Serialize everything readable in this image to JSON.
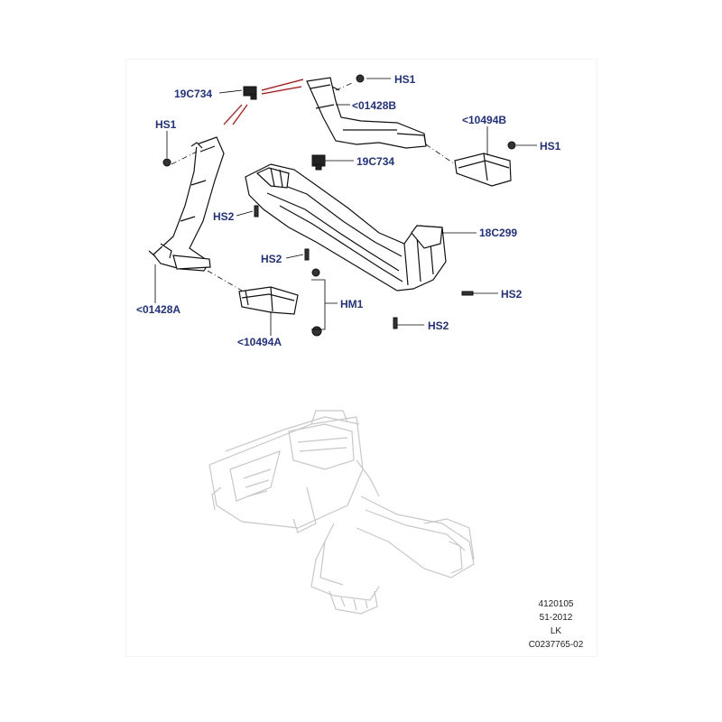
{
  "callouts": {
    "hs1_top": "HS1",
    "c19c734_left": "19C734",
    "c01428b": "<01428B",
    "hs1_left": "HS1",
    "c10494b": "<10494B",
    "hs1_right": "HS1",
    "c19c734_mid": "19C734",
    "hs2_left": "HS2",
    "c18c299": "18C299",
    "hs2_mid": "HS2",
    "hm1": "HM1",
    "hs2_right": "HS2",
    "c01428a": "<01428A",
    "c10494a": "<10494A",
    "hs2_bottom": "HS2"
  },
  "footer": {
    "line1": "4120105",
    "line2": "51-2012",
    "line3": "LK",
    "line4": "C0237765-02"
  },
  "colors": {
    "callout": "#1f2f8f",
    "leader": "#000000",
    "highlight_arrow": "#cc0000",
    "part_line": "#111111",
    "ghost_line": "#c8c8c8"
  }
}
